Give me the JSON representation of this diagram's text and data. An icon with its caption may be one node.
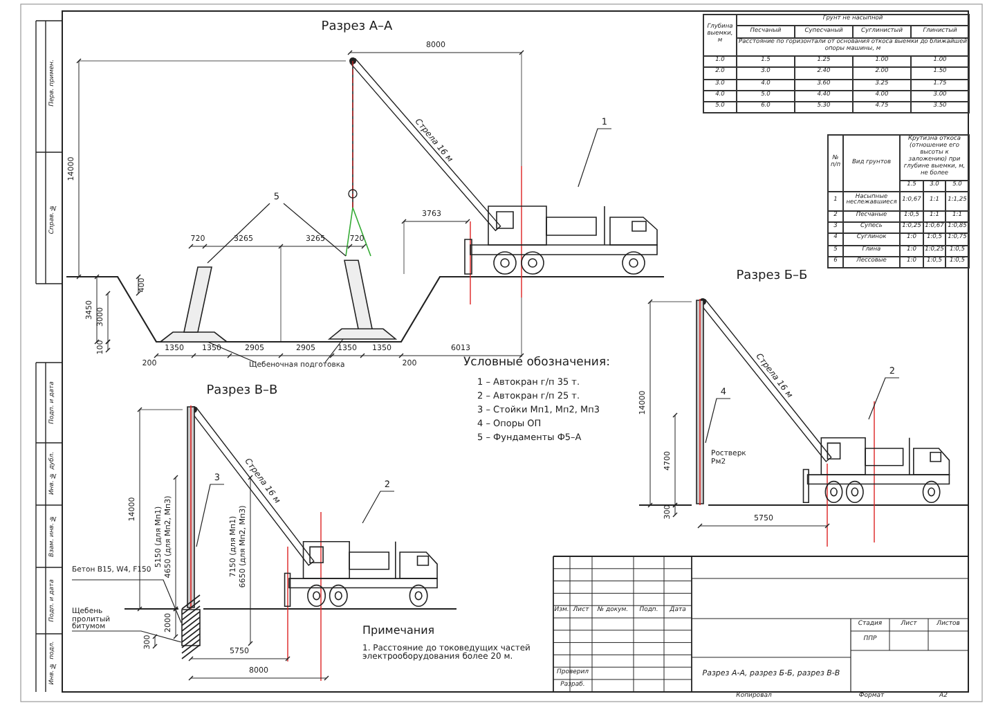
{
  "diagram": {
    "nodes": [
      {
        "text": [
          "1"
        ]
      },
      {
        "text": [],
        "shape": "picture"
      },
      {
        "text": [
          "5"
        ]
      },
      {
        "text": [],
        "shape": "picture"
      },
      {
        "text": [],
        "shape": "picture"
      },
      {
        "text": [
          "Щебеночная подготовка"
        ]
      },
      {
        "text": [
          "2"
        ]
      },
      {
        "text": [],
        "shape": "picture"
      },
      {
        "text": [
          "4"
        ]
      },
      {
        "text": [],
        "shape": "bar"
      },
      {
        "text": [
          "3"
        ]
      },
      {
        "text": [],
        "shape": "bar"
      },
      {
        "text": [
          "2"
        ]
      },
      {
        "text": [],
        "shape": "picture"
      },
      {
        "text": [
          "Бетон В15, W4, F150"
        ]
      },
      {
        "text": [],
        "shape": "picture"
      },
      {
        "text": [
          "Щебень пролитый битумом"
        ]
      }
    ],
    "edges": [
      {
        "from": 0,
        "to": 1,
        "arrow": "none"
      },
      {
        "from": 2,
        "to": 3,
        "arrow": "none"
      },
      {
        "from": 2,
        "to": 4,
        "arrow": "none"
      },
      {
        "from": 5,
        "to": 3,
        "arrow": "none"
      },
      {
        "from": 5,
        "to": 4,
        "arrow": "none"
      },
      {
        "from": 6,
        "to": 7,
        "arrow": "none"
      },
      {
        "from": 8,
        "to": 9,
        "arrow": "none"
      },
      {
        "from": 10,
        "to": 11,
        "arrow": "none"
      },
      {
        "from": 12,
        "to": 13,
        "arrow": "none"
      },
      {
        "from": 14,
        "to": 15,
        "arrow": "none"
      },
      {
        "from": 16,
        "to": 15,
        "arrow": "none"
      }
    ],
    "labels": [
      "Глубина выемки, м",
      "Грунт не насыпной",
      "Песчаный",
      "Супесчаный",
      "Суглинистый",
      "Глинистый",
      "Расстояние по горизонтали от основания откоса выемки до ближайшей опоры машины, м",
      "1.0",
      "1.5",
      "1.25",
      "1.00",
      "1.00",
      "2.0",
      "3.0",
      "2.40",
      "2.00",
      "1.50",
      "3.0",
      "4.0",
      "3.60",
      "3.25",
      "1.75",
      "4.0",
      "5.0",
      "4.40",
      "4.00",
      "3.00",
      "5.0",
      "6.0",
      "5.30",
      "4.75",
      "3.50",
      "№ п/п",
      "Вид грунтов",
      "Крутизна откоса (отношение его высоты к заложению) при глубине выемки, м, не более",
      "1.5",
      "3.0",
      "5.0",
      "1",
      "Насыпные неслежавшиеся",
      "1:0,67",
      "1:1",
      "1:1,25",
      "2",
      "Песчаные",
      "1:0,5",
      "1:1",
      "1:1",
      "3",
      "Супесь",
      "1:0,25",
      "1:0,67",
      "1:0,85",
      "4",
      "Суглинок",
      "1:0",
      "1:0,5",
      "1:0,75",
      "5",
      "Глина",
      "1:0",
      "1:0,25",
      "1:0,5",
      "6",
      "Лессовые",
      "1:0",
      "1:0,5",
      "1:0,5",
      "Разрез А–А",
      "8000",
      "14000",
      "Стрела 16 м",
      "3763",
      "720",
      "3265",
      "3265",
      "720",
      "400",
      "3450",
      "3000",
      "100",
      "1350",
      "1350",
      "2905",
      "2905",
      "1350",
      "1350",
      "6013",
      "200",
      "200",
      "Разрез Б–Б",
      "Стрела 16 м",
      "14000",
      "4700",
      "Ростверк Рм2",
      "300",
      "5750",
      "Разрез В–В",
      "Стрела 16 м",
      "14000",
      "5150 (для Мп1)",
      "4650 (для Мп2, Мп3)",
      "7150 (для Мп1)",
      "6650 (для Мп2, Мп3)",
      "2000",
      "300",
      "5750",
      "8000",
      "Условные обозначения:",
      "1 – Автокран г/п 35 т.",
      "2 – Автокран г/п 25 т.",
      "3 – Стойки Мп1, Мп2, Мп3",
      "4 – Опоры ОП",
      "5 – Фундаменты Ф5–А",
      "Примечания",
      "1. Расстояние до токоведущих частей электрооборудования более 20 м.",
      "Перв. примен.",
      "Справ. №",
      "Подп. и дата",
      "Инв. № дубл.",
      "Взам. инв. №",
      "Подп. и дата",
      "Инв. № подл.",
      "Изм.",
      "Лист",
      "№ докум.",
      "Подп.",
      "Дата",
      "Проверил",
      "Разраб.",
      "Стадия",
      "Лист",
      "Листов",
      "ППР",
      "Разрез А-А, разрез Б-Б, разрез В-В",
      "Копировал",
      "Формат",
      "А2"
    ]
  }
}
